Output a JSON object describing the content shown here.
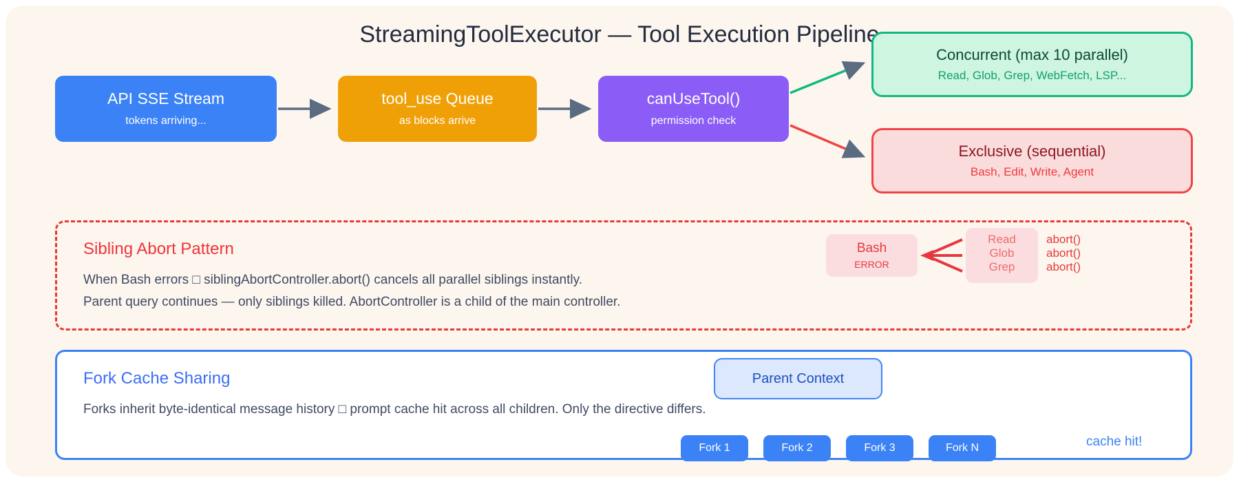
{
  "diagram": {
    "title": "StreamingToolExecutor — Tool Execution Pipeline",
    "colors": {
      "background": "#fdf6ef",
      "blue": "#3b82f6",
      "orange": "#f0a007",
      "purple": "#8b5cf6",
      "green": "#10b981",
      "red": "#ef4444",
      "arrow_gray": "#5b6b82",
      "text_dark": "#3f4a63"
    }
  },
  "pipeline": {
    "nodes": [
      {
        "title": "API SSE Stream",
        "sub": "tokens arriving...",
        "color": "#3b82f6"
      },
      {
        "title": "tool_use Queue",
        "sub": "as blocks arrive",
        "color": "#f0a007"
      },
      {
        "title": "canUseTool()",
        "sub": "permission check",
        "color": "#8b5cf6"
      }
    ]
  },
  "outcomes": {
    "concurrent": {
      "title": "Concurrent (max 10 parallel)",
      "sub": "Read, Glob, Grep, WebFetch, LSP...",
      "border": "#10b981",
      "fill": "#cdf5e0"
    },
    "exclusive": {
      "title": "Exclusive (sequential)",
      "sub": "Bash, Edit, Write, Agent",
      "border": "#ef4444",
      "fill": "#fbdcdd"
    }
  },
  "abort_panel": {
    "heading": "Sibling Abort Pattern",
    "line1": "When Bash errors □ siblingAbortController.abort() cancels all parallel siblings instantly.",
    "line2": "Parent query continues — only siblings killed. AbortController is a child of the main controller.",
    "bash": {
      "label": "Bash",
      "status": "ERROR"
    },
    "siblings": [
      {
        "name": "Read",
        "action": "abort()"
      },
      {
        "name": "Glob",
        "action": "abort()"
      },
      {
        "name": "Grep",
        "action": "abort()"
      }
    ]
  },
  "fork_panel": {
    "heading": "Fork Cache Sharing",
    "line1": "Forks inherit byte-identical message history □ prompt cache hit across all children. Only the directive differs.",
    "parent": "Parent Context",
    "forks": [
      "Fork 1",
      "Fork 2",
      "Fork 3",
      "Fork N"
    ],
    "cache_note": "cache hit!"
  }
}
